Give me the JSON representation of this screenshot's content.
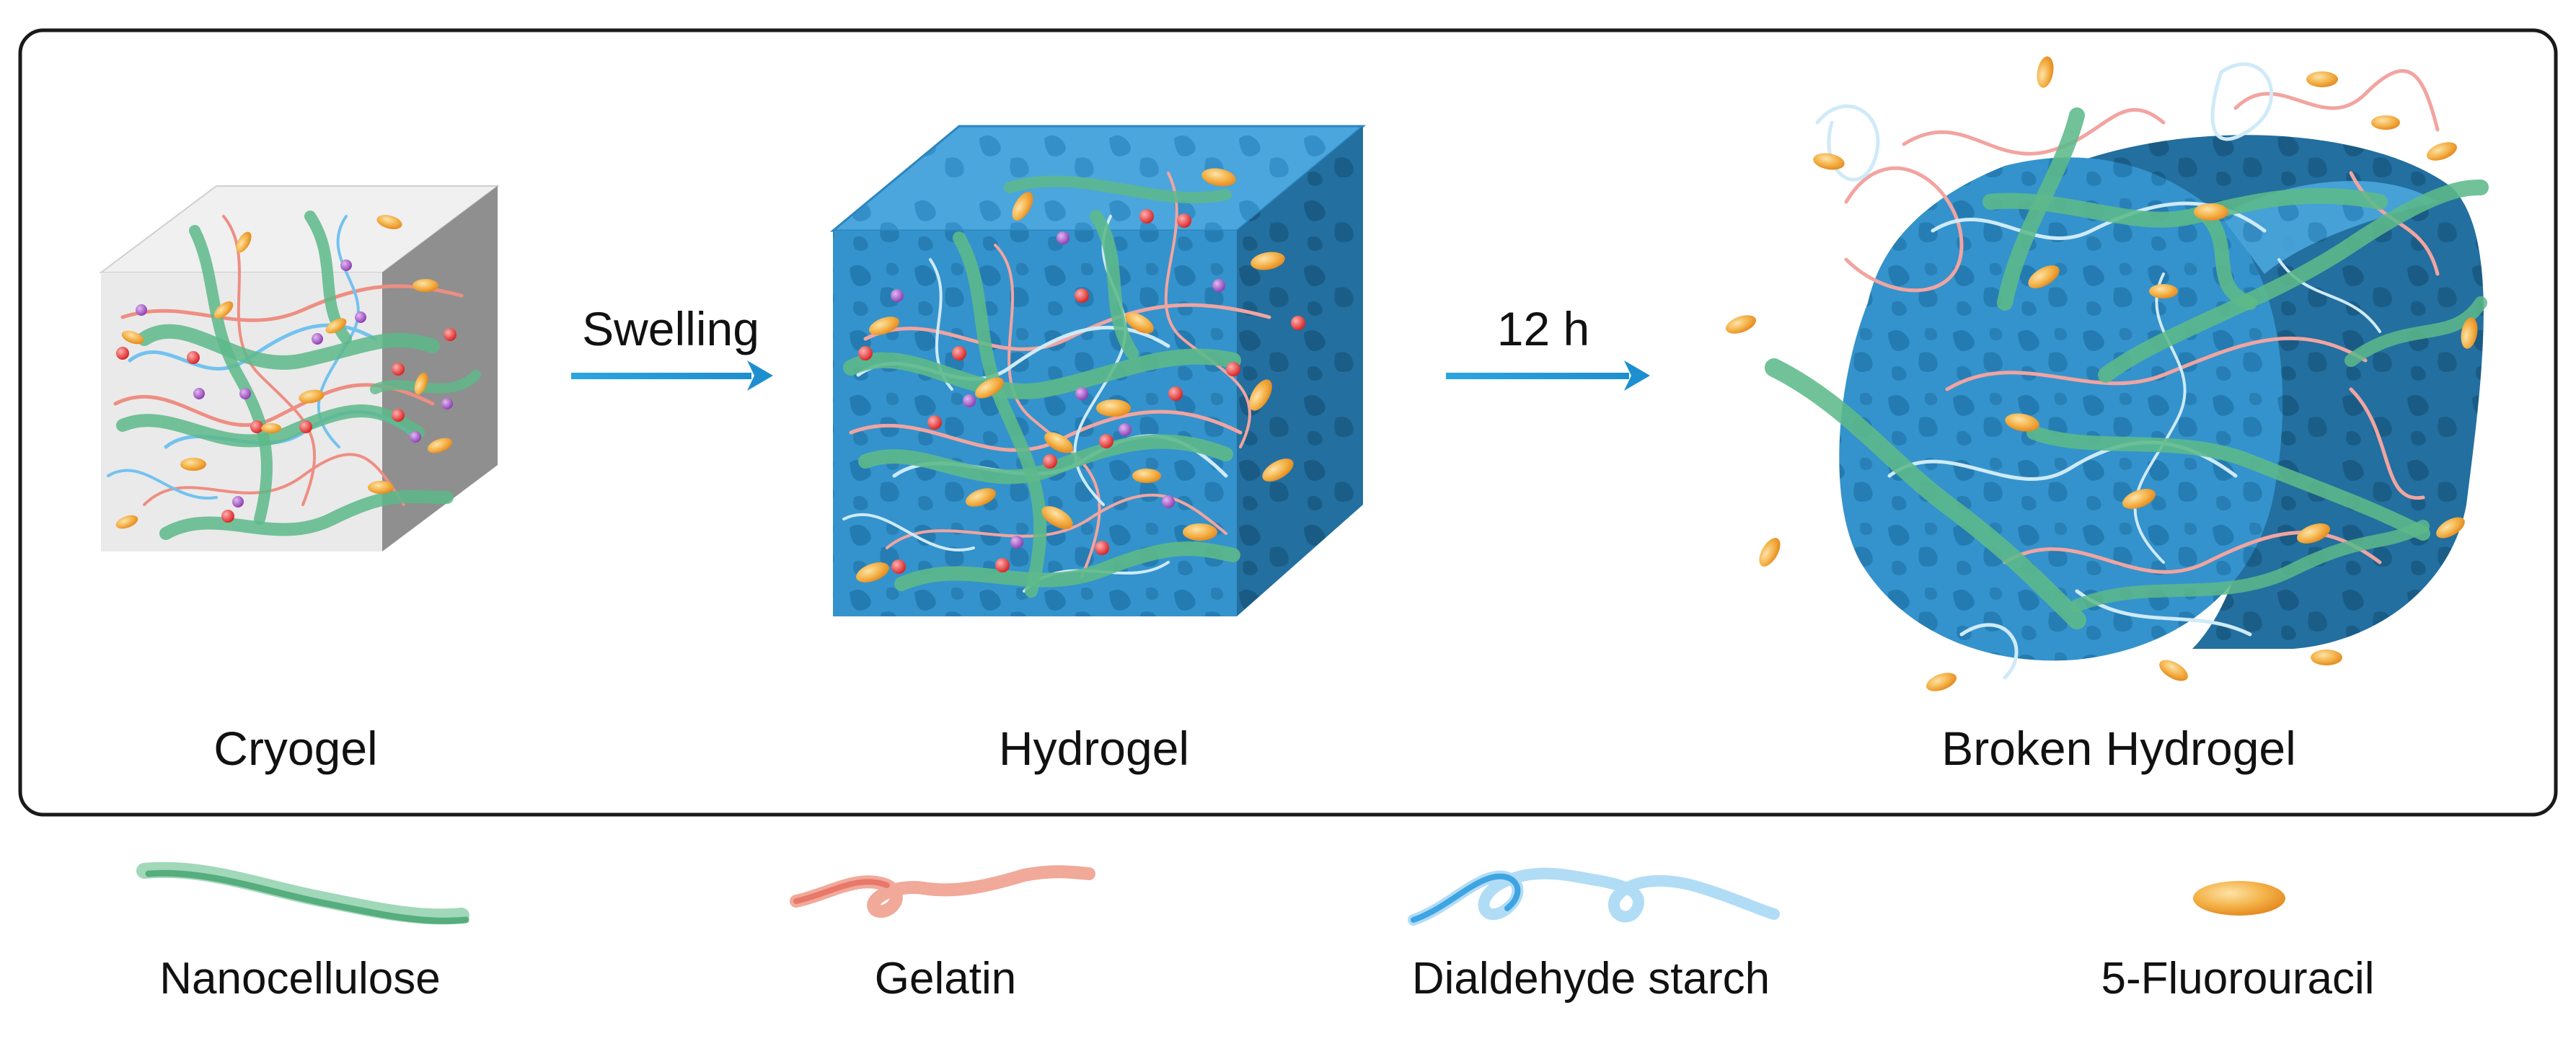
{
  "stages": {
    "cryogel": "Cryogel",
    "hydrogel": "Hydrogel",
    "broken": "Broken Hydrogel"
  },
  "arrows": {
    "swelling": "Swelling",
    "time": "12 h"
  },
  "legend": [
    {
      "label": "Nanocellulose",
      "color": "#5db98a"
    },
    {
      "label": "Gelatin",
      "color": "#ee8e82"
    },
    {
      "label": "Dialdehyde starch",
      "color": "#73c2ef"
    },
    {
      "label": "5-Fluorouracil",
      "color": "#f0a43a"
    }
  ],
  "colors": {
    "gel_blue": "#2f8fc7",
    "gel_blue_dark": "#1c6a9c",
    "cryogel_gray": "#e6e6e6",
    "arrow": "#2aa6e0",
    "crosslink_red": "#e53b3b",
    "crosslink_purple": "#9a4dbb"
  }
}
